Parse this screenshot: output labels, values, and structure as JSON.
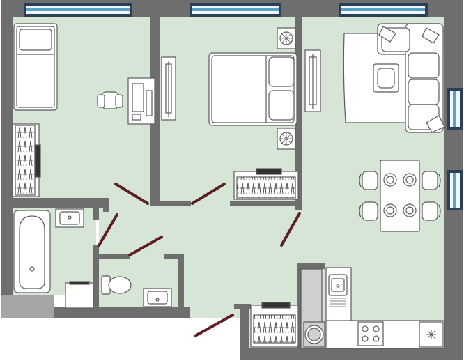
{
  "plan": {
    "type": "apartment floor plan",
    "colors": {
      "wall": "#6e6e6e",
      "floor": "#d7e5d6",
      "window_frame": "#2b3f57",
      "window_glass": "#eef6ff",
      "window_accent": "#5aa0c8",
      "door": "#5b1f24",
      "furniture_fill": "#ffffff",
      "furniture_line": "#5a5a5a",
      "appliance_fill": "#d0d0d0"
    },
    "rooms": [
      {
        "id": "bedroom-1",
        "contents": [
          "single-bed",
          "desk",
          "office-chair",
          "wardrobe"
        ]
      },
      {
        "id": "bedroom-2",
        "contents": [
          "double-bed",
          "nightstand",
          "nightstand",
          "wardrobe",
          "radiator"
        ]
      },
      {
        "id": "living-kitchen",
        "contents": [
          "corner-sofa",
          "coffee-table",
          "dining-table",
          "chair",
          "chair",
          "chair",
          "chair",
          "sink",
          "stove",
          "dishwasher",
          "radiator"
        ]
      },
      {
        "id": "bathroom",
        "contents": [
          "bathtub",
          "washbasin",
          "washing-machine"
        ]
      },
      {
        "id": "toilet",
        "contents": [
          "toilet",
          "washbasin"
        ]
      },
      {
        "id": "hallway",
        "contents": [
          "wardrobe",
          "boiler"
        ]
      }
    ],
    "windows": 5,
    "doors": 6
  }
}
